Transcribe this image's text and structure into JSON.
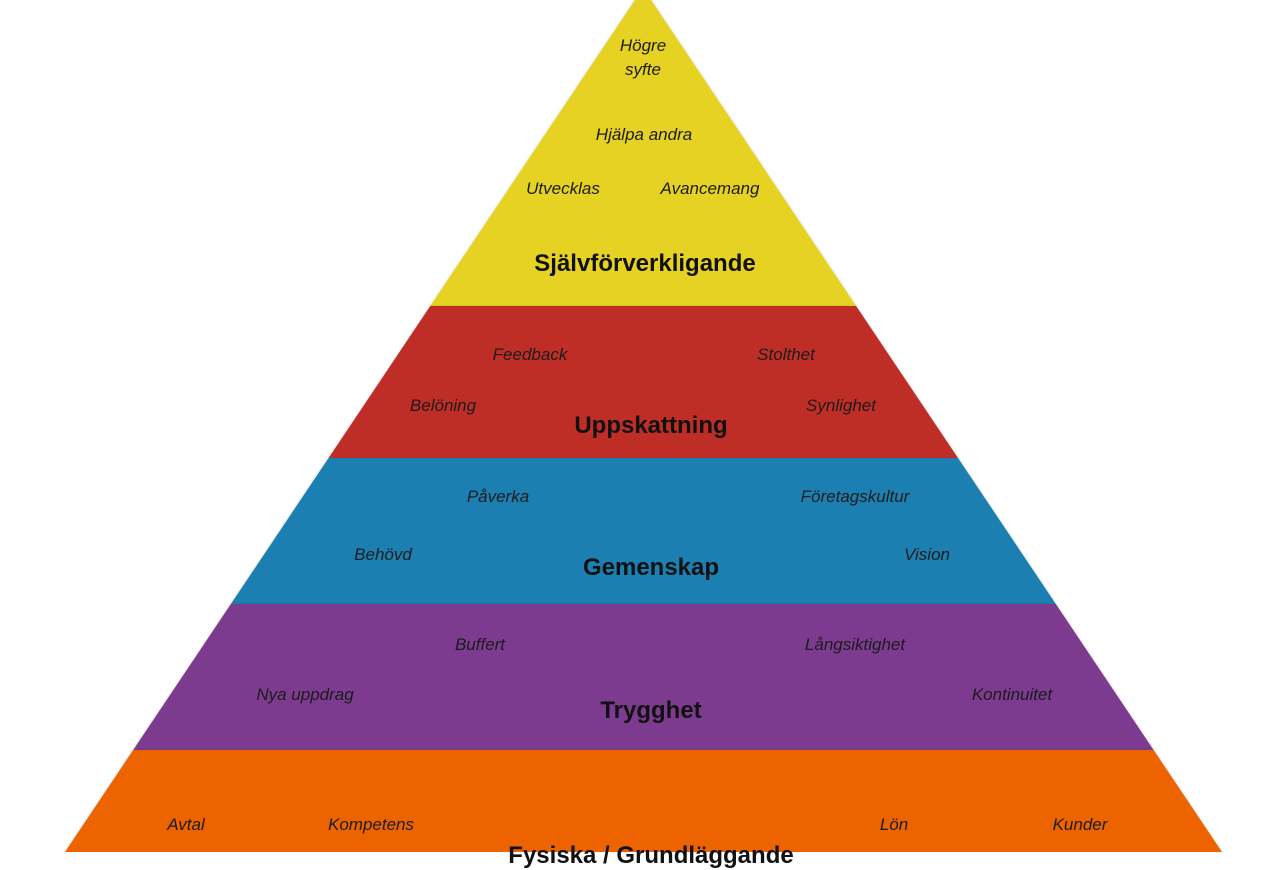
{
  "diagram": {
    "type": "pyramid",
    "levels": [
      {
        "title": "Självförverkligande",
        "color": "#e6d221",
        "items": [
          "Högre syfte",
          "Hjälpa andra",
          "Utvecklas",
          "Avancemang"
        ]
      },
      {
        "title": "Uppskattning",
        "color": "#bf2f26",
        "items": [
          "Feedback",
          "Stolthet",
          "Belöning",
          "Synlighet"
        ]
      },
      {
        "title": "Gemenskap",
        "color": "#1f7fb2",
        "items": [
          "Påverka",
          "Företagskultur",
          "Behövd",
          "Vision"
        ]
      },
      {
        "title": "Trygghet",
        "color": "#7b3a8f",
        "items": [
          "Buffert",
          "Långsiktighet",
          "Nya uppdrag",
          "Kontinuitet"
        ]
      },
      {
        "title": "Fysiska / Grundläggande",
        "color": "#ec6400",
        "items": [
          "Avtal",
          "Kompetens",
          "Lön",
          "Kunder"
        ]
      }
    ],
    "top_item_lines": [
      "Högre",
      "syfte"
    ]
  }
}
